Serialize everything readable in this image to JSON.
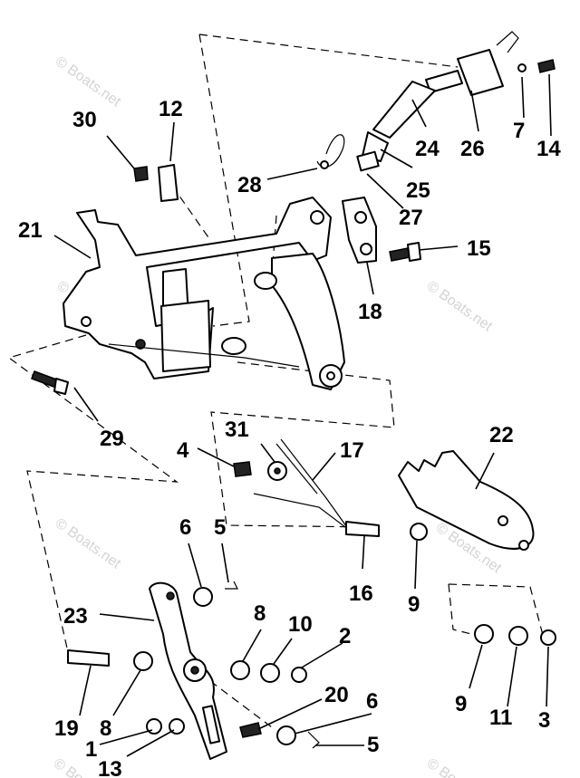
{
  "watermark": "© Boats.net",
  "callouts": {
    "n1": "1",
    "n2": "2",
    "n3": "3",
    "n4": "4",
    "n5a": "5",
    "n5b": "5",
    "n6a": "6",
    "n6b": "6",
    "n7": "7",
    "n8a": "8",
    "n8b": "8",
    "n9a": "9",
    "n9b": "9",
    "n10": "10",
    "n11": "11",
    "n12": "12",
    "n13": "13",
    "n14": "14",
    "n15": "15",
    "n16": "16",
    "n17": "17",
    "n18": "18",
    "n19": "19",
    "n20": "20",
    "n21": "21",
    "n22": "22",
    "n23": "23",
    "n24": "24",
    "n25": "25",
    "n26": "26",
    "n27": "27",
    "n28": "28",
    "n29": "29",
    "n30": "30",
    "n31": "31"
  },
  "part_icons": [
    "screw-icon",
    "washer-icon",
    "nut-icon",
    "cotter-pin-icon",
    "lever-icon",
    "bracket-icon",
    "switch-icon",
    "cable-icon",
    "spring-icon"
  ]
}
